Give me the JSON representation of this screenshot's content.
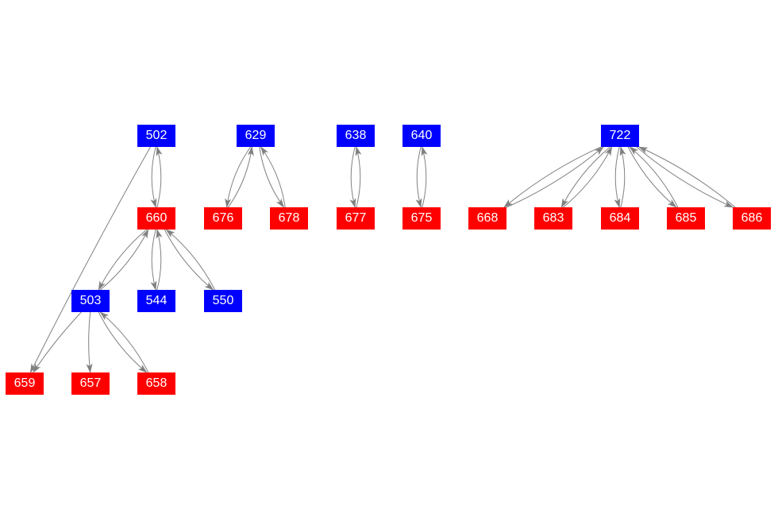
{
  "colors": {
    "blue": "#0000ff",
    "red": "#ff0000",
    "edge": "#808080"
  },
  "nodes": [
    {
      "id": "502",
      "color": "blue"
    },
    {
      "id": "660",
      "color": "red"
    },
    {
      "id": "503",
      "color": "blue"
    },
    {
      "id": "544",
      "color": "blue"
    },
    {
      "id": "550",
      "color": "blue"
    },
    {
      "id": "659",
      "color": "red"
    },
    {
      "id": "657",
      "color": "red"
    },
    {
      "id": "658",
      "color": "red"
    },
    {
      "id": "629",
      "color": "blue"
    },
    {
      "id": "676",
      "color": "red"
    },
    {
      "id": "678",
      "color": "red"
    },
    {
      "id": "638",
      "color": "blue"
    },
    {
      "id": "677",
      "color": "red"
    },
    {
      "id": "640",
      "color": "blue"
    },
    {
      "id": "675",
      "color": "red"
    },
    {
      "id": "722",
      "color": "blue"
    },
    {
      "id": "668",
      "color": "red"
    },
    {
      "id": "683",
      "color": "red"
    },
    {
      "id": "684",
      "color": "red"
    },
    {
      "id": "685",
      "color": "red"
    },
    {
      "id": "686",
      "color": "red"
    }
  ],
  "edges": [
    [
      "502",
      "660"
    ],
    [
      "660",
      "502"
    ],
    [
      "502",
      "659"
    ],
    [
      "660",
      "503"
    ],
    [
      "503",
      "660"
    ],
    [
      "660",
      "544"
    ],
    [
      "544",
      "660"
    ],
    [
      "660",
      "550"
    ],
    [
      "550",
      "660"
    ],
    [
      "503",
      "659"
    ],
    [
      "503",
      "657"
    ],
    [
      "503",
      "658"
    ],
    [
      "658",
      "503"
    ],
    [
      "629",
      "676"
    ],
    [
      "676",
      "629"
    ],
    [
      "629",
      "678"
    ],
    [
      "678",
      "629"
    ],
    [
      "638",
      "677"
    ],
    [
      "677",
      "638"
    ],
    [
      "640",
      "675"
    ],
    [
      "675",
      "640"
    ],
    [
      "722",
      "668"
    ],
    [
      "668",
      "722"
    ],
    [
      "722",
      "683"
    ],
    [
      "683",
      "722"
    ],
    [
      "722",
      "684"
    ],
    [
      "684",
      "722"
    ],
    [
      "722",
      "685"
    ],
    [
      "685",
      "722"
    ],
    [
      "722",
      "686"
    ],
    [
      "686",
      "722"
    ]
  ]
}
